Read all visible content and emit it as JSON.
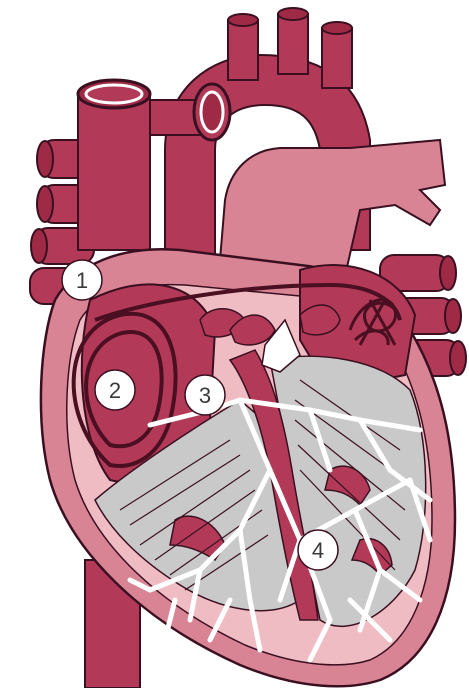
{
  "diagram": {
    "colors": {
      "dark_red": "#9e2a46",
      "mid_red": "#b23a58",
      "pink": "#d98494",
      "light_pink": "#f0bcc4",
      "gray": "#c9c9c9",
      "outline": "#3a1020",
      "white": "#ffffff"
    },
    "labels": [
      {
        "id": "1",
        "text": "1"
      },
      {
        "id": "2",
        "text": "2"
      },
      {
        "id": "3",
        "text": "3"
      },
      {
        "id": "4",
        "text": "4"
      }
    ]
  }
}
